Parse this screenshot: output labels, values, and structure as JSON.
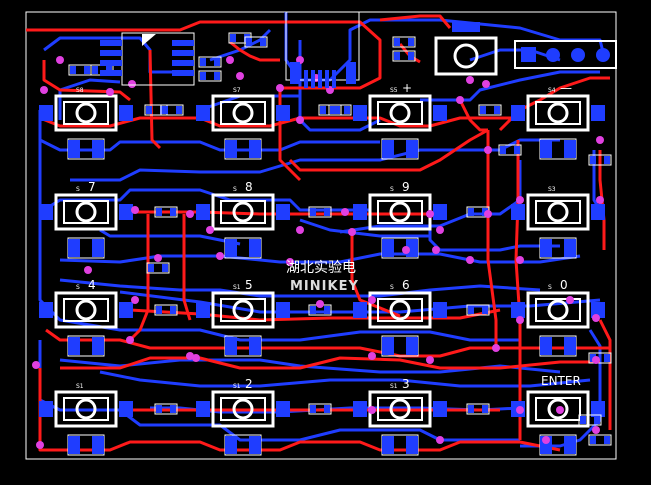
{
  "board": {
    "logo_text": "MINIKEY",
    "logo_cn": "湖北实验电",
    "enter_label": "ENTER"
  },
  "colors": {
    "background": "#000000",
    "top_copper": "#ff1a1a",
    "bottom_copper": "#1f3dff",
    "pad": "#1f3dff",
    "via": "#e040e0",
    "silkscreen": "#ffffff",
    "outline": "#ffffff"
  },
  "keys": [
    {
      "row": 0,
      "col": 0,
      "ref": "S8",
      "legend": ""
    },
    {
      "row": 0,
      "col": 1,
      "ref": "S7",
      "legend": ""
    },
    {
      "row": 0,
      "col": 2,
      "ref": "S5",
      "legend": "+"
    },
    {
      "row": 0,
      "col": 3,
      "ref": "S4",
      "legend": "—"
    },
    {
      "row": 1,
      "col": 0,
      "ref": "S",
      "legend": "7"
    },
    {
      "row": 1,
      "col": 1,
      "ref": "S",
      "legend": "8"
    },
    {
      "row": 1,
      "col": 2,
      "ref": "S",
      "legend": "9"
    },
    {
      "row": 1,
      "col": 3,
      "ref": "S3",
      "legend": ""
    },
    {
      "row": 2,
      "col": 0,
      "ref": "S",
      "legend": "4"
    },
    {
      "row": 2,
      "col": 1,
      "ref": "S1",
      "legend": "5"
    },
    {
      "row": 2,
      "col": 2,
      "ref": "S",
      "legend": "6"
    },
    {
      "row": 2,
      "col": 3,
      "ref": "S",
      "legend": "0"
    },
    {
      "row": 3,
      "col": 0,
      "ref": "S1",
      "legend": ""
    },
    {
      "row": 3,
      "col": 1,
      "ref": "S1",
      "legend": "2"
    },
    {
      "row": 3,
      "col": 2,
      "ref": "S1",
      "legend": "3"
    },
    {
      "row": 3,
      "col": 3,
      "ref": "",
      "legend": ""
    }
  ]
}
